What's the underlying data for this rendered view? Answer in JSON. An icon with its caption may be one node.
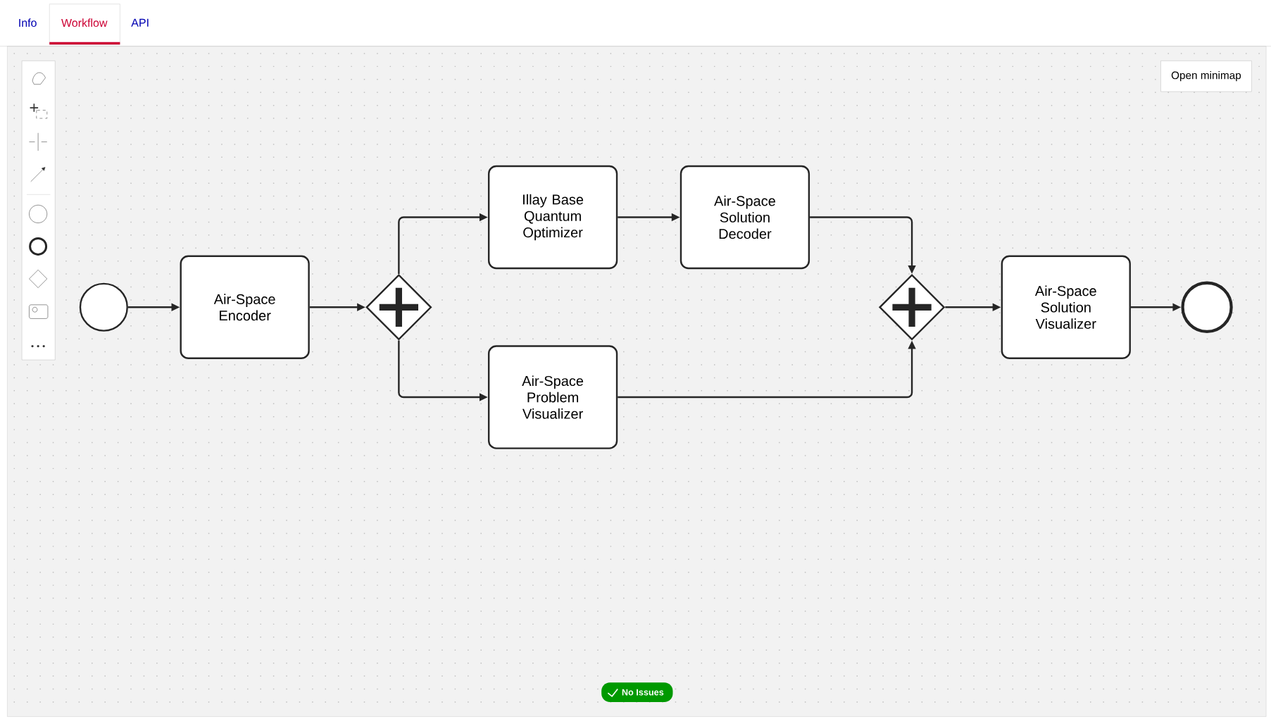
{
  "diagram": {
    "nodes": [
      {
        "text": [],
        "shape": "circle"
      },
      {
        "text": [
          "Air-Space Encoder"
        ]
      },
      {
        "text": [],
        "shape": "diamond"
      },
      {
        "text": [
          "Illay Base Quantum Optimizer"
        ]
      },
      {
        "text": [
          "Air-Space Solution Decoder"
        ]
      },
      {
        "text": [
          "Air-Space Problem Visualizer"
        ]
      },
      {
        "text": [],
        "shape": "diamond"
      },
      {
        "text": [
          "Air-Space Solution Visualizer"
        ]
      },
      {
        "text": [],
        "shape": "circle"
      }
    ],
    "edges": [
      {
        "from": 0,
        "to": 1,
        "arrow": "to"
      },
      {
        "from": 1,
        "to": 2,
        "arrow": "to"
      },
      {
        "from": 2,
        "to": 3,
        "arrow": "to"
      },
      {
        "from": 2,
        "to": 5,
        "arrow": "to"
      },
      {
        "from": 3,
        "to": 4,
        "arrow": "to"
      },
      {
        "from": 4,
        "to": 6,
        "arrow": "to"
      },
      {
        "from": 5,
        "to": 6,
        "arrow": "to"
      },
      {
        "from": 6,
        "to": 7,
        "arrow": "to"
      },
      {
        "from": 7,
        "to": 8,
        "arrow": "to"
      }
    ],
    "labels": [
      "Info",
      "Workflow",
      "API",
      "Open minimap",
      "No Issues"
    ]
  }
}
